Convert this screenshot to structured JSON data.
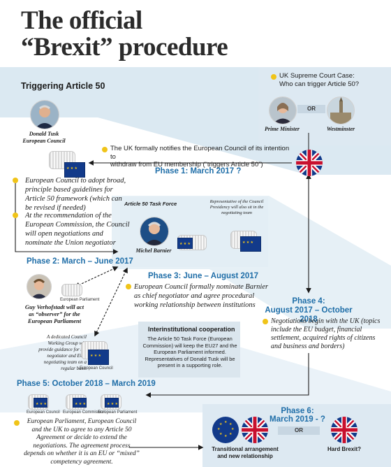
{
  "title": {
    "line1": "The official",
    "line2": "“Brexit” procedure"
  },
  "triggering": {
    "heading": "Triggering Article 50"
  },
  "tusk": {
    "caption": "Donald Tusk\nEuropean Council"
  },
  "court_case": {
    "text": "UK Supreme Court Case:\nWho can trigger Article 50?",
    "or": "OR",
    "pm": "Prime Minister",
    "westminster": "Westminster"
  },
  "notify": {
    "text": "The UK formally notifies the European Council of its intention to\nwithdraw from EU membership (“triggers Article 50”)"
  },
  "phase1": {
    "label": "Phase 1: March 2017 ?"
  },
  "council_guidelines": {
    "text": "European Council to adopt broad,\nprinciple based guidelines  for\nArticle 50 framework (which can\nbe revised if needed)"
  },
  "commission_rec": {
    "text": "At the recommendation of the\nEuropean Commission, the Council\nwill open negotiations and\nnominate the Union negotiator"
  },
  "taskforce": {
    "heading": "Article 50 Task Force",
    "rep": "Representative of the Council\nPresidency will also sit in the\nnegotiating team",
    "barnier": "Michel Barnier"
  },
  "phase2": {
    "label": "Phase 2: March – June 2017"
  },
  "phase3": {
    "label": "Phase 3: June – August 2017",
    "text": "European Council formally nominate Barnier\nas chief negotiator  and agree procedural\nworking relationship between institutions"
  },
  "parliament": {
    "label": "European Parliament"
  },
  "verhofstadt": {
    "caption": "Guy Verhofstadt  will act\nas “observer” for the\nEuropean Parliament"
  },
  "phase4": {
    "label": "Phase 4:\nAugust 2017 – October 2018",
    "text": "Negotiations begin with the UK (topics\ninclude the EU budget, financial\nsettlement, acquired rights of citizens\nand business and borders)"
  },
  "working_group": {
    "text": "A dedicated Council\nWorking Group will\nprovide guidance for the\nnegotiator and EU’s\nnegotiating team on a\nregular basis",
    "council_label": "European Council"
  },
  "interinst": {
    "heading": "Interinstitutional cooperation",
    "text": "The Article 50 Task Force (European\nCommission) will keep the EU27 and the\nEuropean Parliament informed.\nRepresentatives of Donald Tusk will be\npresent in a supporting role."
  },
  "phase5": {
    "label": "Phase 5: October 2018 – March 2019",
    "text": "European Parliament, European Council\nand the UK to agree to any Article 50\nAgreement or decide to extend the\nnegotiations. The agreement process\ndepends on whether it is an EU or “mixed”\ncompetency agreement.",
    "labels": [
      "European Council",
      "European Commission",
      "European Parliament"
    ]
  },
  "phase6": {
    "label": "Phase 6:\nMarch 2019 - ?",
    "or": "OR",
    "transitional": "Transitional arrangement\nand new relationship",
    "hard": "Hard Brexit?"
  },
  "colors": {
    "band": "#d7e7f1",
    "box": "#e4eef5",
    "accent": "#1f6ea8",
    "bullet": "#f0c419",
    "eu": "#123a8a",
    "uk_red": "#c8102e"
  }
}
